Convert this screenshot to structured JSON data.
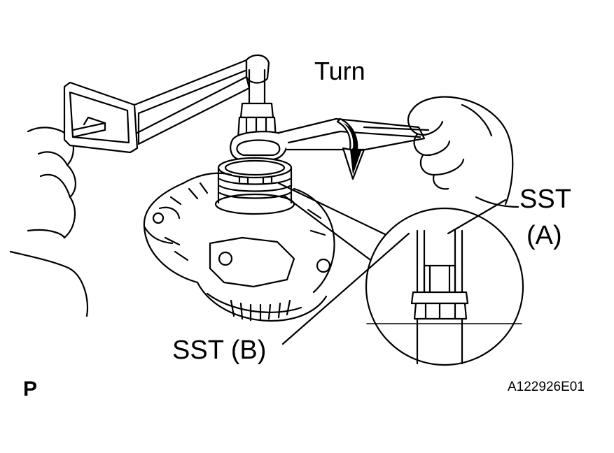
{
  "labels": {
    "turn": "Turn",
    "sst_a_line1": "SST",
    "sst_a_line2": "(A)",
    "sst_b": "SST (B)",
    "page_letter": "P",
    "figure_code": "A122926E01"
  },
  "colors": {
    "ink": "#000000",
    "background": "#ffffff"
  },
  "icons": {
    "rotation_arrow": "curved-arrow-icon"
  }
}
